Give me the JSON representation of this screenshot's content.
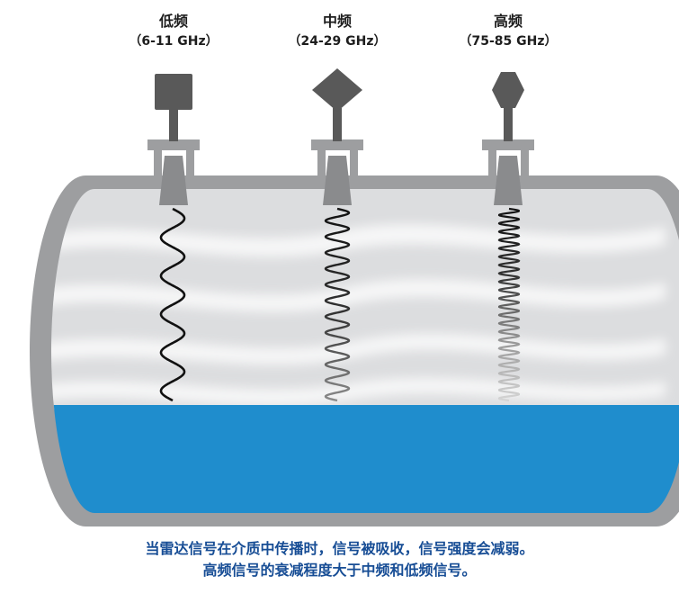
{
  "sensors": [
    {
      "name": "低频",
      "freq": "（6-11 GHz）",
      "antenna_shape": "square",
      "cycles": 5,
      "amplitude": 13
    },
    {
      "name": "中频",
      "freq": "（24-29 GHz）",
      "antenna_shape": "diamond",
      "cycles": 12,
      "amplitude": 13
    },
    {
      "name": "高频",
      "freq": "（75-85 GHz）",
      "antenna_shape": "hexagon",
      "cycles": 23,
      "amplitude": 11
    }
  ],
  "caption": {
    "line1": "当雷达信号在介质中传播时，信号被吸收，信号强度会减弱。",
    "line2": "高频信号的衰减程度大于中频和低频信号。"
  },
  "colors": {
    "tank_shell": "#9d9ea0",
    "vapor_space": "#dcdddf",
    "liquid": "#1f8dcd",
    "sensor_body": "#595959",
    "caption_text": "#174d95"
  }
}
